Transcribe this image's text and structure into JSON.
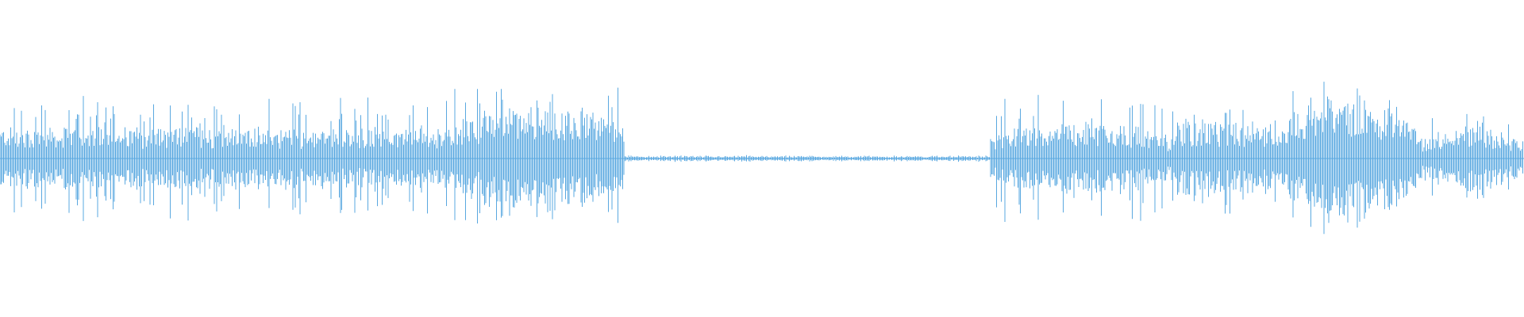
{
  "waveform": {
    "color": "#5aa8e0",
    "background": "#ffffff",
    "segments": [
      {
        "from": 0.0,
        "to": 0.295,
        "level": 0.28,
        "burst": 0.55,
        "style": "sparse"
      },
      {
        "from": 0.295,
        "to": 0.41,
        "level": 0.52,
        "burst": 0.62,
        "style": "dense"
      },
      {
        "from": 0.41,
        "to": 0.65,
        "level": 0.03,
        "burst": 0.05,
        "style": "silence"
      },
      {
        "from": 0.65,
        "to": 0.77,
        "level": 0.35,
        "burst": 0.55,
        "style": "dense"
      },
      {
        "from": 0.77,
        "to": 0.84,
        "level": 0.32,
        "burst": 0.5,
        "style": "sparse"
      },
      {
        "from": 0.84,
        "to": 0.93,
        "level": 0.62,
        "burst": 0.72,
        "style": "dense"
      },
      {
        "from": 0.93,
        "to": 1.0,
        "level": 0.3,
        "burst": 0.42,
        "style": "dense"
      }
    ]
  }
}
